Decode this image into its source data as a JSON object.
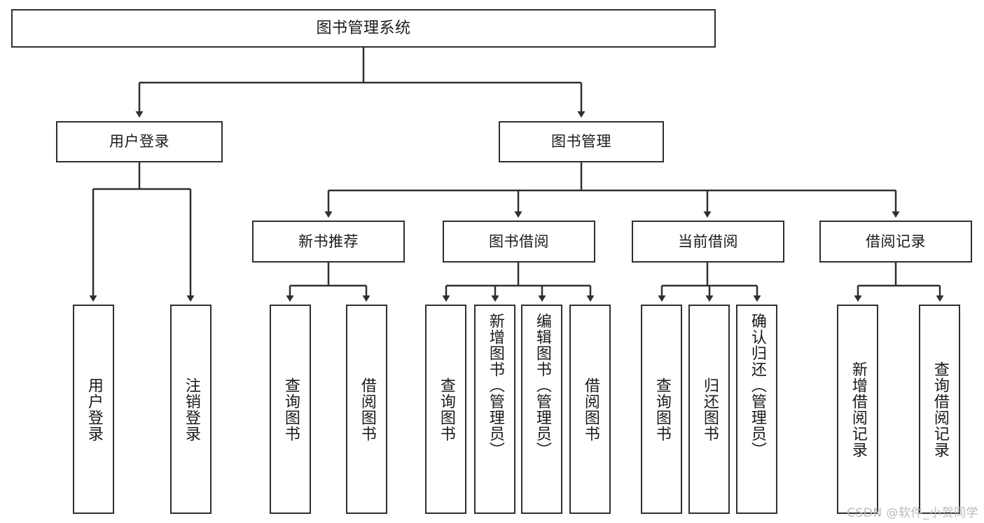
{
  "diagram": {
    "title": "图书管理系统",
    "type": "tree-hierarchy-diagram",
    "colors": {
      "box_border": "#2f2f2f",
      "box_fill": "#ffffff",
      "connector": "#2f2f2f",
      "text": "#1a1a1a",
      "watermark": "#b9b9b9",
      "background": "#ffffff"
    },
    "root": {
      "label": "图书管理系统"
    },
    "level2": [
      {
        "label": "用户登录"
      },
      {
        "label": "图书管理"
      }
    ],
    "level3": [
      {
        "label": "新书推荐"
      },
      {
        "label": "图书借阅"
      },
      {
        "label": "当前借阅"
      },
      {
        "label": "借阅记录"
      }
    ],
    "leaves": {
      "user_login": [
        {
          "label": "用户登录"
        },
        {
          "label": "注销登录"
        }
      ],
      "new_book_recommend": [
        {
          "label": "查询图书"
        },
        {
          "label": "借阅图书"
        }
      ],
      "book_borrow": [
        {
          "label": "查询图书"
        },
        {
          "label": "新增图书（管理员）"
        },
        {
          "label": "编辑图书（管理员）"
        },
        {
          "label": "借阅图书"
        }
      ],
      "current_borrow": [
        {
          "label": "查询图书"
        },
        {
          "label": "归还图书"
        },
        {
          "label": "确认归还（管理员）"
        }
      ],
      "borrow_records": [
        {
          "label": "新增借阅记录"
        },
        {
          "label": "查询借阅记录"
        }
      ]
    },
    "watermark": "CSDN @软件_小贺同学"
  }
}
